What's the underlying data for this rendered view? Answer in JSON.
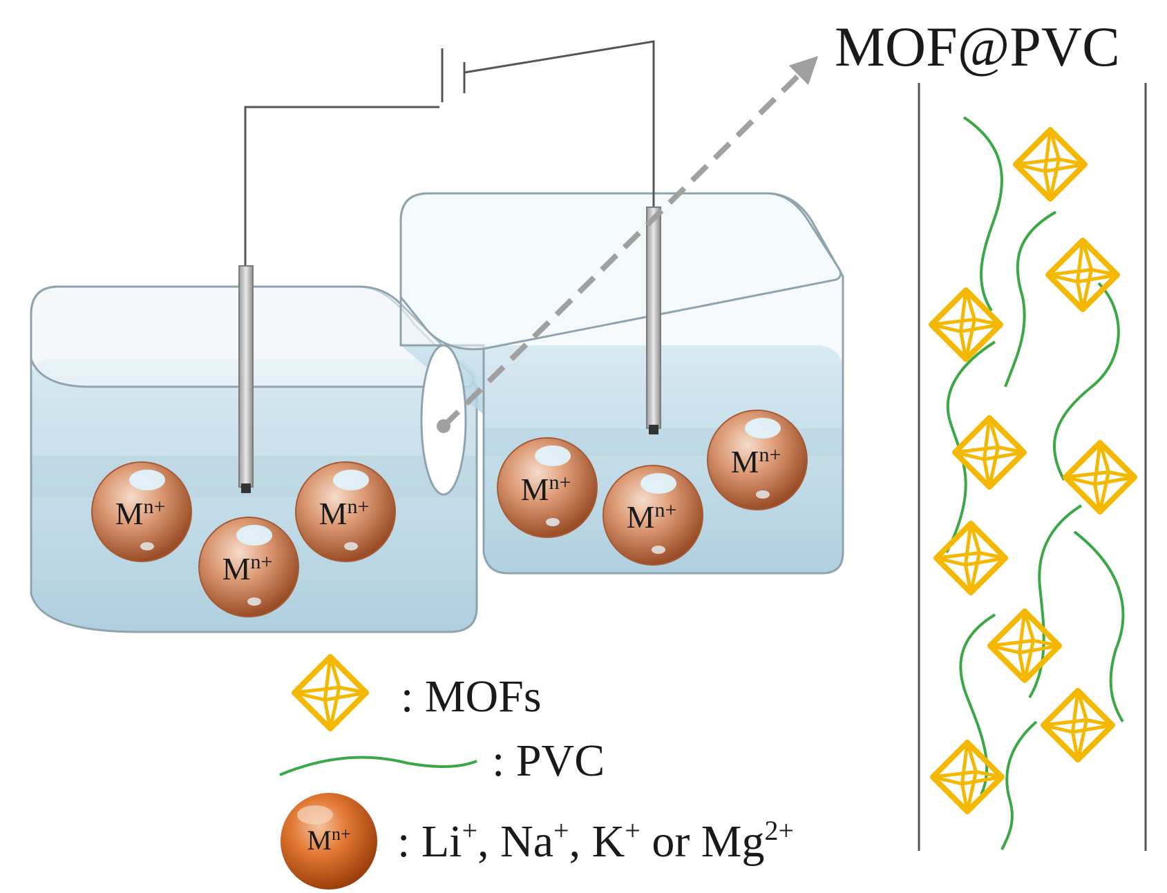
{
  "title": "MOF@PVC",
  "ion": {
    "base": "M",
    "charge": "n+"
  },
  "legend": {
    "mofs": ": MOFs",
    "pvc": ": PVC",
    "ions_prefix": ": Li",
    "ions_sup1": "+",
    "ions_mid1": ", Na",
    "ions_sup2": "+",
    "ions_mid2": ", K",
    "ions_sup3": "+",
    "ions_mid3": " or Mg",
    "ions_sup4": "2+"
  },
  "colors": {
    "mof": "#f5b800",
    "pvc": "#3aa845",
    "ion": "#c8683a",
    "water": "#a8d0e0",
    "wire": "#333333",
    "arrow": "#a0a0a0"
  },
  "icons": [
    "battery-symbol",
    "electrode",
    "dashed-arrow",
    "mof-octahedron",
    "ion-sphere"
  ]
}
